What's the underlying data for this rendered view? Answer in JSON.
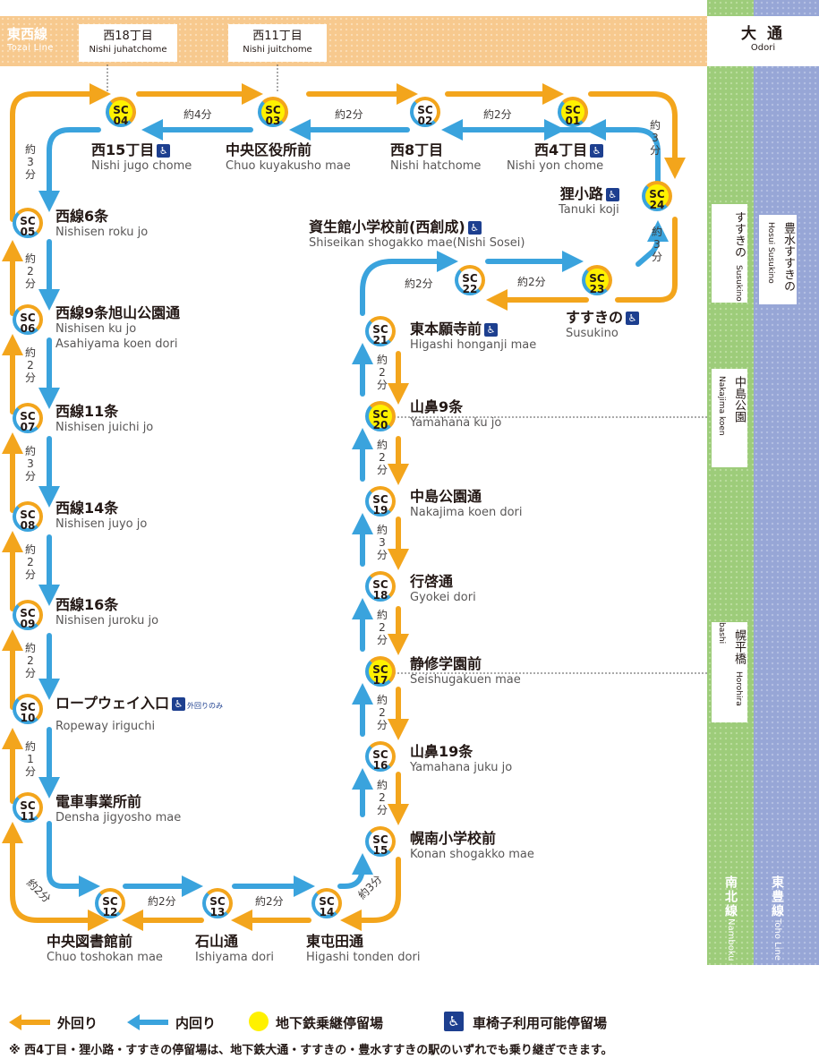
{
  "tozai": {
    "name_ja": "東西線",
    "name_en": "Tozai Line"
  },
  "top_stations": [
    {
      "ja": "西18丁目",
      "en": "Nishi juhatchome"
    },
    {
      "ja": "西11丁目",
      "en": "Nishi juitchome"
    }
  ],
  "odori": {
    "ja": "大 通",
    "en": "Odori"
  },
  "nanboku_stations": [
    {
      "ja": "すすきの",
      "en": "Susukino"
    },
    {
      "ja": "中島公園",
      "en": "Nakajima koen"
    },
    {
      "ja": "幌平橋",
      "en": "Horohira bashi"
    }
  ],
  "toho_stations": [
    {
      "ja": "豊水すすきの",
      "en": "Hosui Susukino"
    }
  ],
  "lines": {
    "nanboku": {
      "ja": "南北線",
      "en": "Namboku Line"
    },
    "toho": {
      "ja": "東豊線",
      "en": "Toho Line"
    }
  },
  "stops": [
    {
      "code": "SC",
      "num": "01",
      "ja": "西4丁目",
      "en": "Nishi yon chome",
      "transfer": true,
      "wheelchair": true
    },
    {
      "code": "SC",
      "num": "02",
      "ja": "西8丁目",
      "en": "Nishi hatchome",
      "transfer": false,
      "wheelchair": false
    },
    {
      "code": "SC",
      "num": "03",
      "ja": "中央区役所前",
      "en": "Chuo kuyakusho mae",
      "transfer": true,
      "wheelchair": false
    },
    {
      "code": "SC",
      "num": "04",
      "ja": "西15丁目",
      "en": "Nishi jugo chome",
      "transfer": true,
      "wheelchair": true
    },
    {
      "code": "SC",
      "num": "05",
      "ja": "西線6条",
      "en": "Nishisen roku jo",
      "transfer": false,
      "wheelchair": false
    },
    {
      "code": "SC",
      "num": "06",
      "ja": "西線9条旭山公園通",
      "en": "Nishisen ku jo",
      "en2": "Asahiyama koen dori",
      "transfer": false,
      "wheelchair": false
    },
    {
      "code": "SC",
      "num": "07",
      "ja": "西線11条",
      "en": "Nishisen juichi jo",
      "transfer": false,
      "wheelchair": false
    },
    {
      "code": "SC",
      "num": "08",
      "ja": "西線14条",
      "en": "Nishisen juyo jo",
      "transfer": false,
      "wheelchair": false
    },
    {
      "code": "SC",
      "num": "09",
      "ja": "西線16条",
      "en": "Nishisen juroku jo",
      "transfer": false,
      "wheelchair": false
    },
    {
      "code": "SC",
      "num": "10",
      "ja": "ロープウェイ入口",
      "en": "Ropeway iriguchi",
      "transfer": false,
      "wheelchair": true,
      "wheelchair_note": "外回りのみ"
    },
    {
      "code": "SC",
      "num": "11",
      "ja": "電車事業所前",
      "en": "Densha jigyosho mae",
      "transfer": false,
      "wheelchair": false
    },
    {
      "code": "SC",
      "num": "12",
      "ja": "中央図書館前",
      "en": "Chuo toshokan mae",
      "transfer": false,
      "wheelchair": false
    },
    {
      "code": "SC",
      "num": "13",
      "ja": "石山通",
      "en": "Ishiyama dori",
      "transfer": false,
      "wheelchair": false
    },
    {
      "code": "SC",
      "num": "14",
      "ja": "東屯田通",
      "en": "Higashi tonden dori",
      "transfer": false,
      "wheelchair": false
    },
    {
      "code": "SC",
      "num": "15",
      "ja": "幌南小学校前",
      "en": "Konan shogakko mae",
      "transfer": false,
      "wheelchair": false
    },
    {
      "code": "SC",
      "num": "16",
      "ja": "山鼻19条",
      "en": "Yamahana juku jo",
      "transfer": false,
      "wheelchair": false
    },
    {
      "code": "SC",
      "num": "17",
      "ja": "静修学園前",
      "en": "Seishugakuen mae",
      "transfer": true,
      "wheelchair": false
    },
    {
      "code": "SC",
      "num": "18",
      "ja": "行啓通",
      "en": "Gyokei dori",
      "transfer": false,
      "wheelchair": false
    },
    {
      "code": "SC",
      "num": "19",
      "ja": "中島公園通",
      "en": "Nakajima koen dori",
      "transfer": false,
      "wheelchair": false
    },
    {
      "code": "SC",
      "num": "20",
      "ja": "山鼻9条",
      "en": "Yamahana ku jo",
      "transfer": true,
      "wheelchair": false
    },
    {
      "code": "SC",
      "num": "21",
      "ja": "東本願寺前",
      "en": "Higashi honganji mae",
      "transfer": false,
      "wheelchair": true
    },
    {
      "code": "SC",
      "num": "22",
      "ja": "資生館小学校前(西創成)",
      "en": "Shiseikan shogakko mae(Nishi Sosei)",
      "transfer": false,
      "wheelchair": true
    },
    {
      "code": "SC",
      "num": "23",
      "ja": "すすきの",
      "en": "Susukino",
      "transfer": true,
      "wheelchair": true
    },
    {
      "code": "SC",
      "num": "24",
      "ja": "狸小路",
      "en": "Tanuki koji",
      "transfer": true,
      "wheelchair": true
    }
  ],
  "durations": {
    "d04_03": "約4分",
    "d03_02": "約2分",
    "d02_01": "約2分",
    "d01_24": "約3分",
    "d24_23": "約3分",
    "d23_22": "約2分",
    "d22_21": "約2分",
    "d21_20": "約2分",
    "d20_19": "約2分",
    "d19_18": "約3分",
    "d18_17": "約2分",
    "d17_16": "約2分",
    "d16_15": "約2分",
    "d15_14": "約3分",
    "d14_13": "約2分",
    "d13_12": "約2分",
    "d12_11": "約2分",
    "d11_10": "約1分",
    "d10_09": "約2分",
    "d09_08": "約2分",
    "d08_07": "約3分",
    "d07_06": "約2分",
    "d06_05": "約2分",
    "d05_04": "約3分"
  },
  "legend": {
    "outer": "外回り",
    "inner": "内回り",
    "transfer": "地下鉄乗継停留場",
    "wheelchair": "車椅子利用可能停留場",
    "wheelchair_icon": "♿"
  },
  "note": "※ 西4丁目・狸小路・すすきの停留場は、地下鉄大通・すすきの・豊水すすきの駅のいずれでも乗り継ぎできます。",
  "colors": {
    "outer": "#f3a51c",
    "inner": "#3aa3dd",
    "transfer": "#fff100",
    "wheelchair": "#1d3f8f",
    "tozai": "#f7c98e",
    "nanboku": "#9dcc7a",
    "toho": "#97a6d6"
  }
}
